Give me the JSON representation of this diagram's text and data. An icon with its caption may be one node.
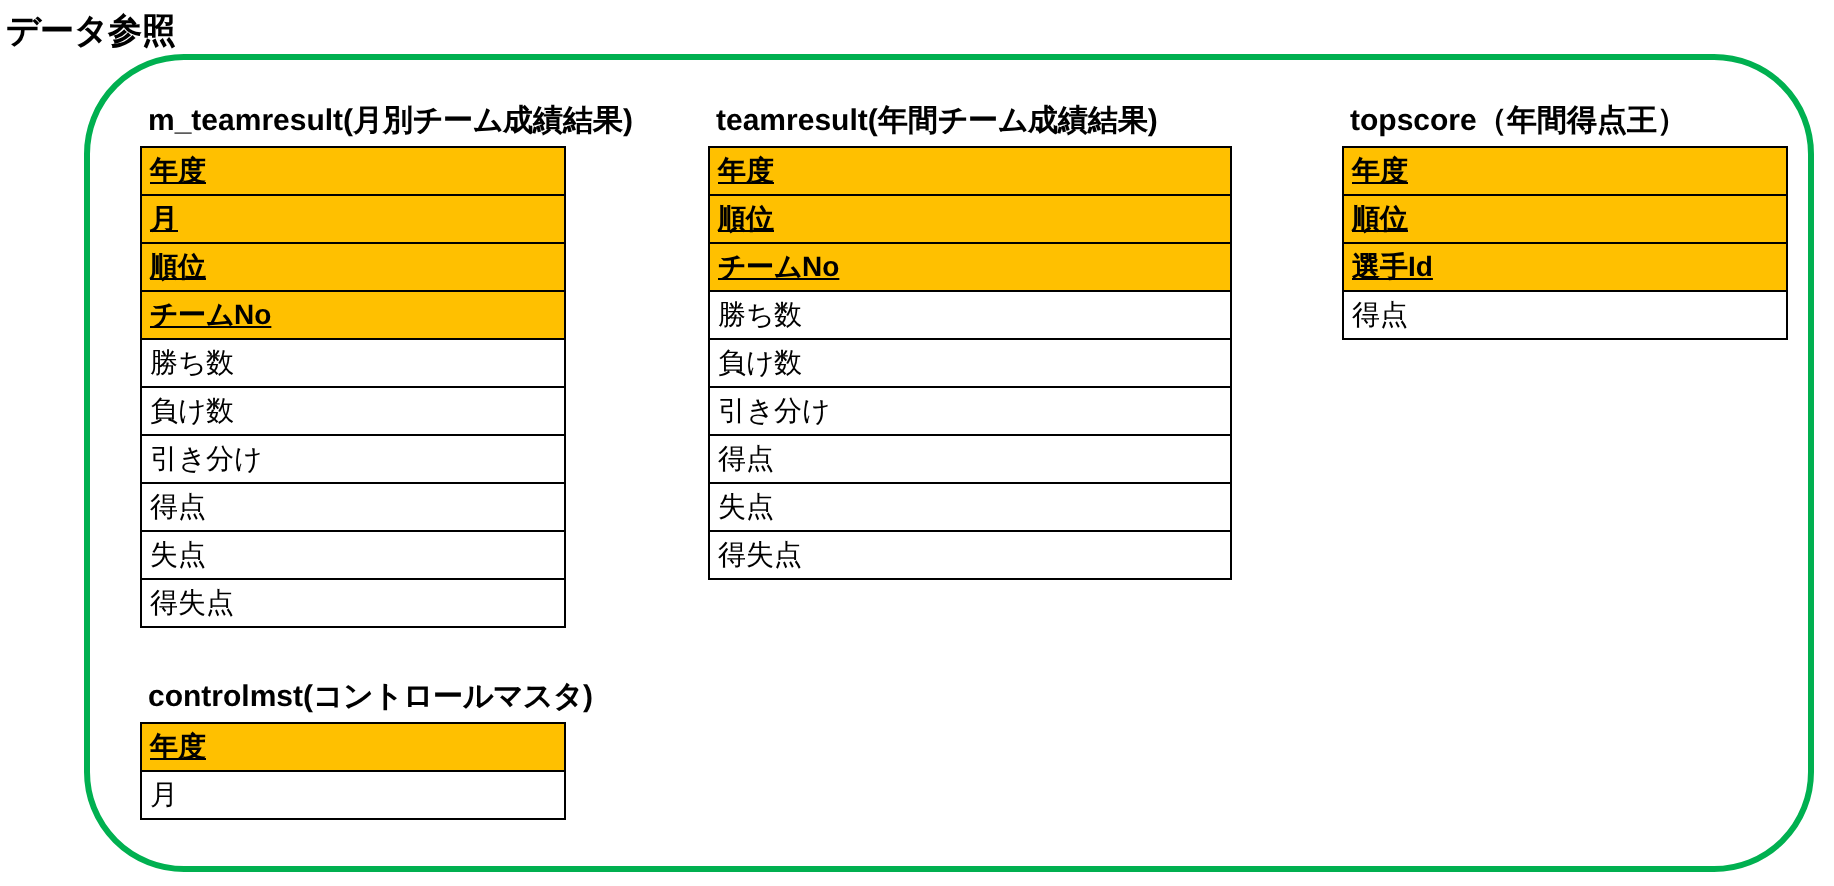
{
  "diagram": {
    "nodes": [
      {
        "text": [
          "データ参照"
        ]
      },
      {
        "text": [
          "m_teamresult(月別チーム成績結果)",
          "年度",
          "月",
          "順位",
          "チームNo",
          "勝ち数",
          "負け数",
          "引き分け",
          "得点",
          "失点",
          "得失点"
        ],
        "in": 0
      },
      {
        "text": [
          "teamresult(年間チーム成績結果)",
          "年度",
          "順位",
          "チームNo",
          "勝ち数",
          "負け数",
          "引き分け",
          "得点",
          "失点",
          "得失点"
        ],
        "in": 0
      },
      {
        "text": [
          "topscore（年間得点王）",
          "年度",
          "順位",
          "選手Id",
          "得点"
        ],
        "in": 0
      },
      {
        "text": [
          "controlmst(コントロールマスタ)",
          "年度",
          "月"
        ],
        "in": 0
      }
    ]
  }
}
